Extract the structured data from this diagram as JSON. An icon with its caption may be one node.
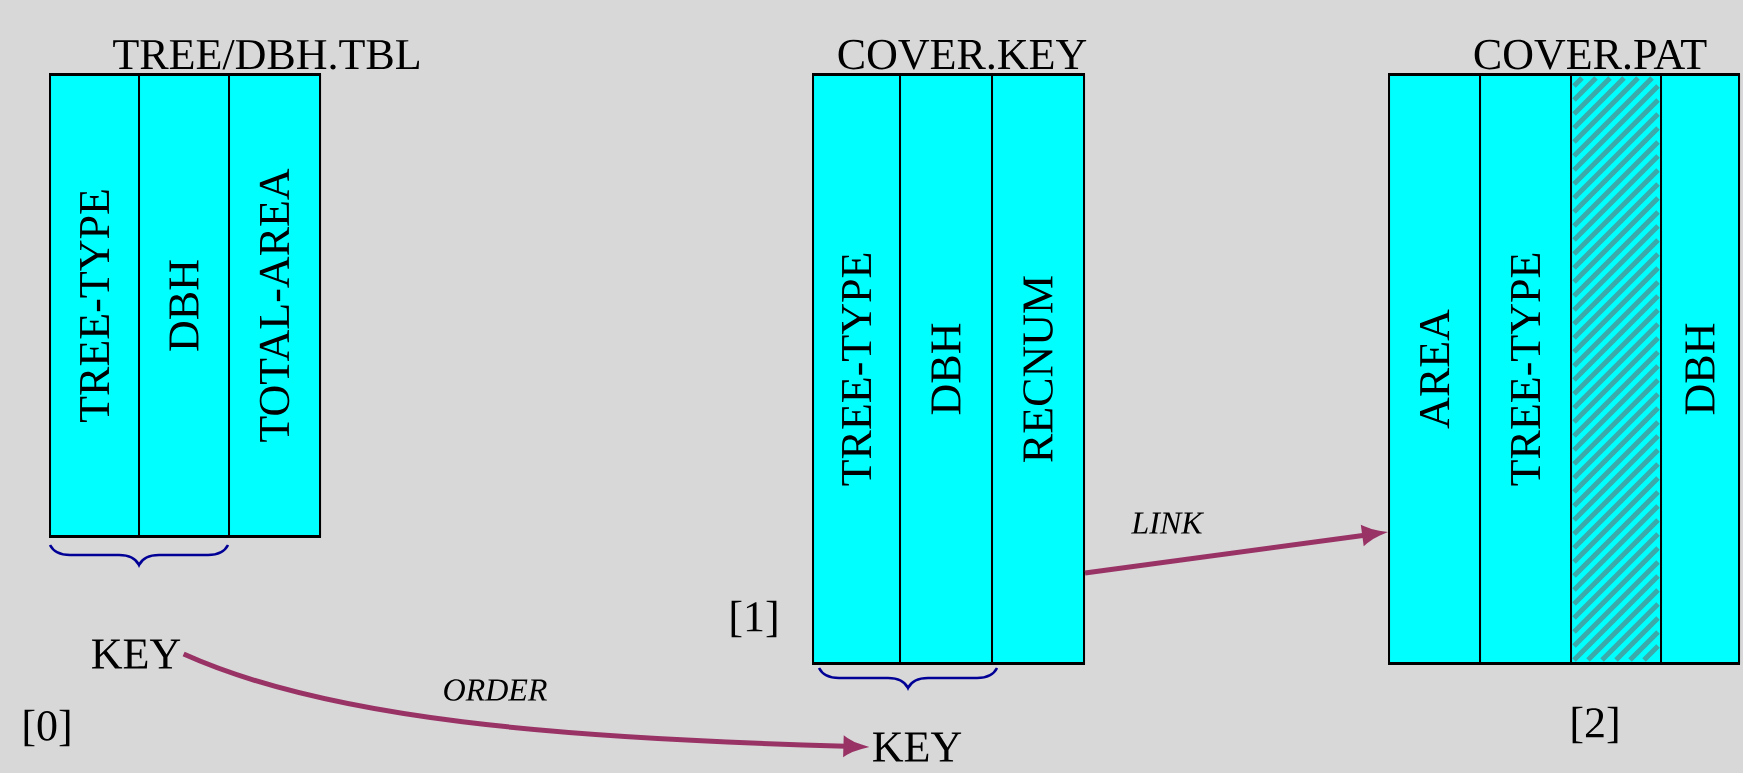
{
  "diagram": {
    "nodes": [
      {
        "text": [
          "TREE/DBH.TBL"
        ]
      },
      {
        "text": [
          "TREE-TYPE"
        ],
        "in": 0
      },
      {
        "text": [
          "DBH"
        ],
        "in": 0
      },
      {
        "text": [
          "TOTAL-AREA"
        ],
        "in": 0
      },
      {
        "text": [
          "KEY"
        ]
      },
      {
        "text": [
          "COVER.KEY"
        ]
      },
      {
        "text": [
          "TREE-TYPE"
        ],
        "in": 5
      },
      {
        "text": [
          "DBH"
        ],
        "in": 5
      },
      {
        "text": [
          "RECNUM"
        ],
        "in": 5
      },
      {
        "text": [
          "KEY"
        ]
      },
      {
        "text": [
          "COVER.PAT"
        ]
      },
      {
        "text": [
          "AREA"
        ],
        "in": 10
      },
      {
        "text": [
          "TREE-TYPE"
        ],
        "in": 10
      },
      {
        "text": [],
        "shape": "box",
        "in": 10
      },
      {
        "text": [
          "DBH"
        ],
        "in": 10
      }
    ],
    "edges": [
      {
        "from": 4,
        "to": 9,
        "arrow": "to",
        "label": "ORDER"
      },
      {
        "from": 8,
        "to": 11,
        "arrow": "to",
        "label": "LINK"
      }
    ],
    "labels": [
      "[0]",
      "[1]",
      "[2]"
    ]
  }
}
